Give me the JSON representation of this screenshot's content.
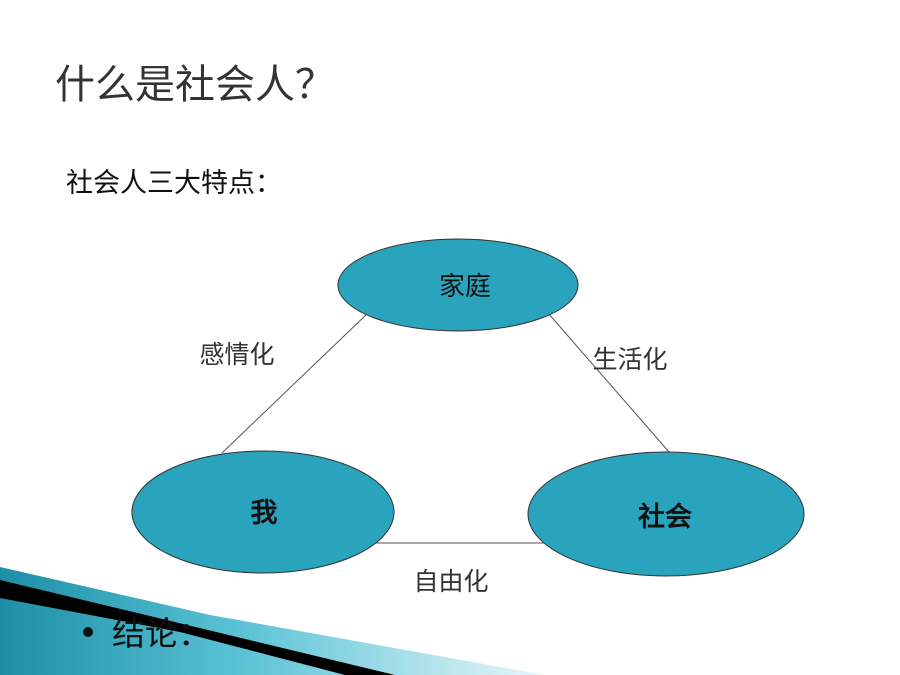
{
  "slide": {
    "title": "什么是社会人？",
    "subtitle": "社会人三大特点：",
    "bullet": "结论：",
    "accent_color": "#2aa3bd",
    "decor_colors": [
      "#1c8fa6",
      "#b7e6ef",
      "#000000"
    ]
  },
  "diagram": {
    "nodes": {
      "family": "家庭",
      "self": "我",
      "society": "社会"
    },
    "edges": {
      "self_family": "感情化",
      "family_society": "生活化",
      "self_society": "自由化"
    }
  }
}
